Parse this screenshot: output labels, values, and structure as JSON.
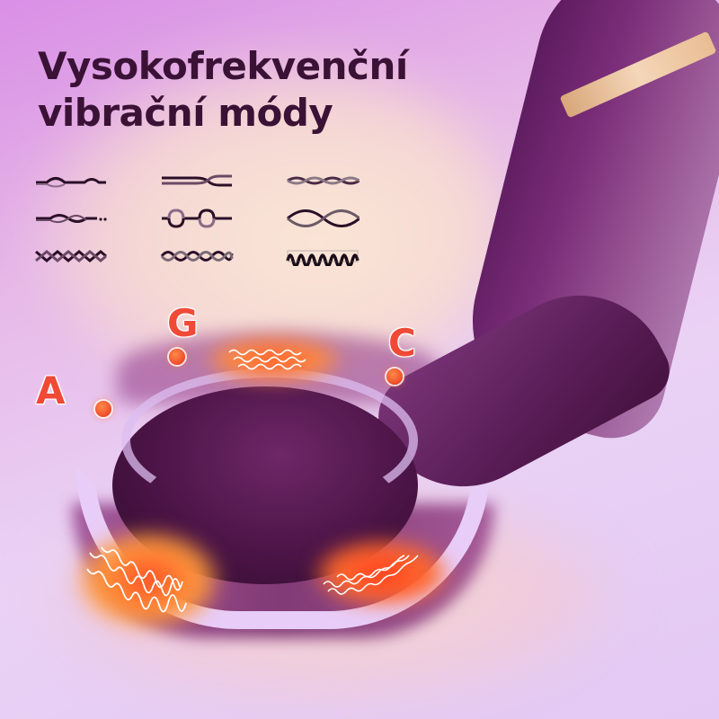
{
  "title": {
    "line1": "Vysokofrekvenční",
    "line2": "vibrační módy"
  },
  "vibration_modes": {
    "count": 9,
    "patterns": [
      {
        "id": 1,
        "icon": "wave-pulse-icon"
      },
      {
        "id": 2,
        "icon": "double-line-wave-icon"
      },
      {
        "id": 3,
        "icon": "continuous-braid-icon"
      },
      {
        "id": 4,
        "icon": "braid-dots-icon"
      },
      {
        "id": 5,
        "icon": "square-wave-icon"
      },
      {
        "id": 6,
        "icon": "large-sine-braid-icon"
      },
      {
        "id": 7,
        "icon": "zigzag-braid-icon"
      },
      {
        "id": 8,
        "icon": "tight-braid-icon"
      },
      {
        "id": 9,
        "icon": "dense-coil-icon"
      }
    ]
  },
  "zones": [
    {
      "label": "A"
    },
    {
      "label": "G"
    },
    {
      "label": "C"
    }
  ],
  "colors": {
    "title": "#3a1236",
    "zone_label": "#f04a36",
    "device": "#6e2767",
    "accent_band": "#f4d6b8",
    "heat": "#ff5a2a"
  }
}
